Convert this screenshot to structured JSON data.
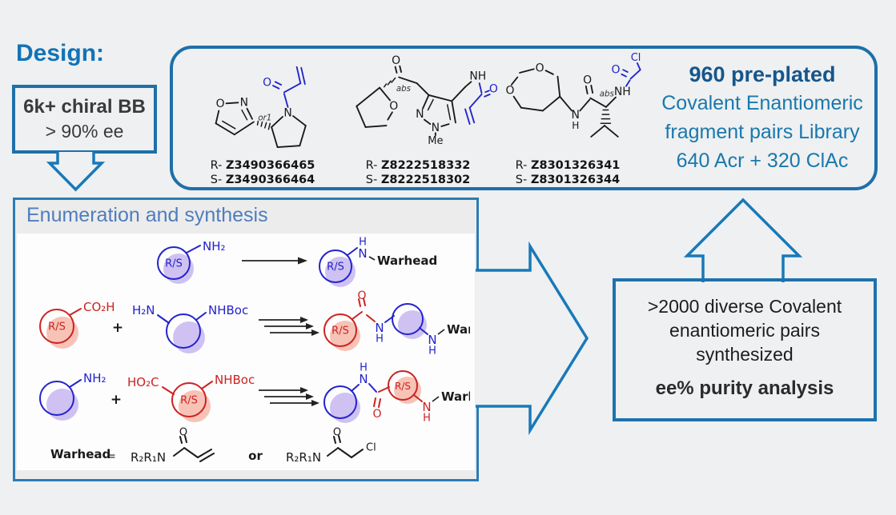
{
  "design": {
    "label": "Design:"
  },
  "bb_box": {
    "line1": "6k+ chiral BB",
    "line2": "> 90% ee"
  },
  "library_box": {
    "headline": "960 pre-plated",
    "lines": [
      "Covalent Enantiomeric",
      "fragment pairs Library",
      "640 Acr + 320 ClAc"
    ],
    "structures": [
      {
        "r_prefix": "R-",
        "r_id": "Z3490366465",
        "s_prefix": "S-",
        "s_id": "Z3490366464"
      },
      {
        "r_prefix": "R-",
        "r_id": "Z8222518332",
        "s_prefix": "S-",
        "s_id": "Z8222518302"
      },
      {
        "r_prefix": "R-",
        "r_id": "Z8301326341",
        "s_prefix": "S-",
        "s_id": "Z8301326344"
      }
    ]
  },
  "enum_box": {
    "title": "Enumeration and synthesis"
  },
  "result_box": {
    "lines": [
      ">2000 diverse Covalent",
      "enantiomeric pairs",
      "synthesized"
    ],
    "bold_line": "ee% purity analysis"
  },
  "chem": {
    "O": "O",
    "N": "N",
    "H": "H",
    "NH": "NH",
    "NH2": "NH₂",
    "H2N": "H₂N",
    "Me": "Me",
    "Cl": "Cl",
    "abs": "abs",
    "or1": "or1",
    "RS": "R/S",
    "CO2H": "CO₂H",
    "HO2C": "HO₂C",
    "NHBoc": "NHBoc",
    "warhead": "Warhead",
    "R2R1N": "R₂R₁N",
    "plus": "+",
    "equals": "=",
    "or": "or"
  },
  "colors": {
    "background": "#eef0f1",
    "border_blue": "#1e6fa9",
    "arrow_blue": "#1879b8",
    "design_blue": "#1173b8",
    "headline_blue": "#15568c",
    "library_blue": "#1a78ad",
    "enum_title_blue": "#4f7dbd",
    "chem_blue": "#2323cc",
    "chem_red": "#cc2222",
    "blue_shadow": "#c7b7f0",
    "red_shadow": "#f6bcae"
  }
}
